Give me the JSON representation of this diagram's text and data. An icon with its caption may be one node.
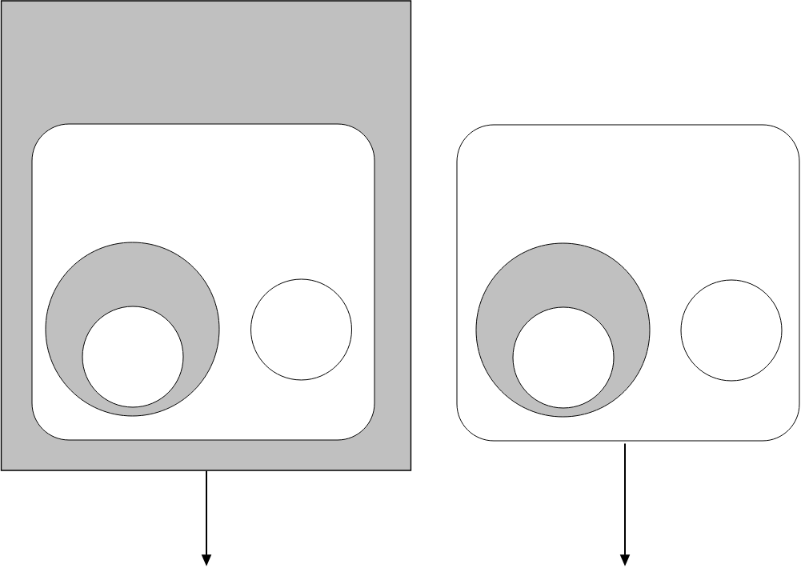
{
  "diagram": {
    "nodes": [
      {
        "text": [],
        "shape": "box"
      },
      {
        "text": [],
        "shape": "box",
        "in": 0
      },
      {
        "text": [],
        "shape": "circle",
        "in": 1
      },
      {
        "text": [],
        "shape": "circle",
        "in": 2
      },
      {
        "text": [],
        "shape": "circle",
        "in": 1
      },
      {
        "text": [],
        "shape": "box"
      },
      {
        "text": [],
        "shape": "circle",
        "in": 5
      },
      {
        "text": [],
        "shape": "circle",
        "in": 6
      },
      {
        "text": [],
        "shape": "circle",
        "in": 5
      }
    ],
    "edges": [
      {
        "from": 0,
        "to": null,
        "arrow": "to"
      },
      {
        "from": 5,
        "to": null,
        "arrow": "to"
      }
    ]
  }
}
